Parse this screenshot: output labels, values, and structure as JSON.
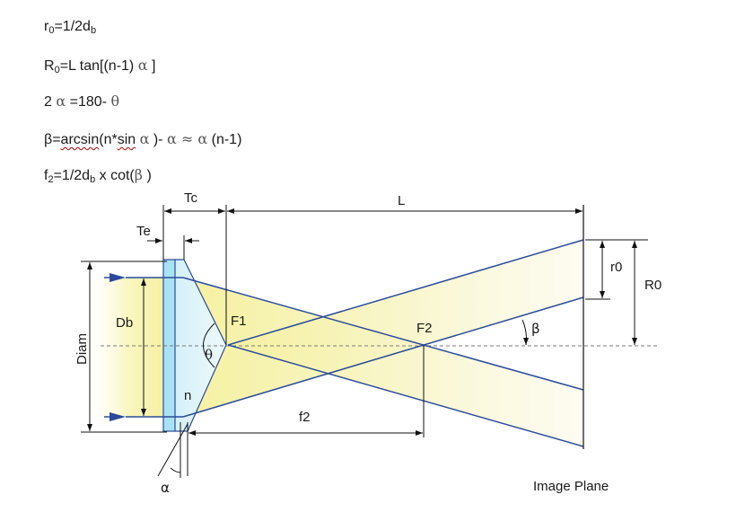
{
  "equations": {
    "eq1": {
      "r": "r",
      "r_sub": "0",
      "mid": "=1/2d",
      "d_sub": "b"
    },
    "eq2": {
      "R": "R",
      "R_sub": "0",
      "text": "=L tan[(n-1)",
      "alpha": "α",
      "close": " ]"
    },
    "eq3": {
      "lead": "2",
      "alpha": "α",
      "mid": " =180-",
      "theta": "θ"
    },
    "eq4": {
      "beta": "β",
      "eq": "=",
      "arcsin": "arcsin",
      "p1": "(n*",
      "sin": "sin",
      "alpha1": "α",
      "p2": " )-",
      "alpha2": "α",
      "approx": " ≈ ",
      "alpha3": "α",
      "tail": " (n-1)"
    },
    "eq5": {
      "f": "f",
      "f_sub": "2",
      "mid": "=1/2d",
      "d_sub": "b",
      "x": " x cot(",
      "beta": "β",
      "close": " )"
    }
  },
  "labels": {
    "tc": "Tc",
    "l": "L",
    "te": "Te",
    "db": "Db",
    "diam": "Diam",
    "f1": "F1",
    "f2_point": "F2",
    "theta": "θ",
    "n": "n",
    "f2_length": "f2",
    "beta": "β",
    "r0": "r0",
    "R0": "R0",
    "alpha": "α",
    "image_plane": "Image Plane"
  },
  "colors": {
    "ray": "#2b4b9a",
    "lens_fill": "#bfe9f7",
    "light_yellow": "#f6f3a4",
    "dim_line": "#111111",
    "axis": "#7a7a7a"
  }
}
